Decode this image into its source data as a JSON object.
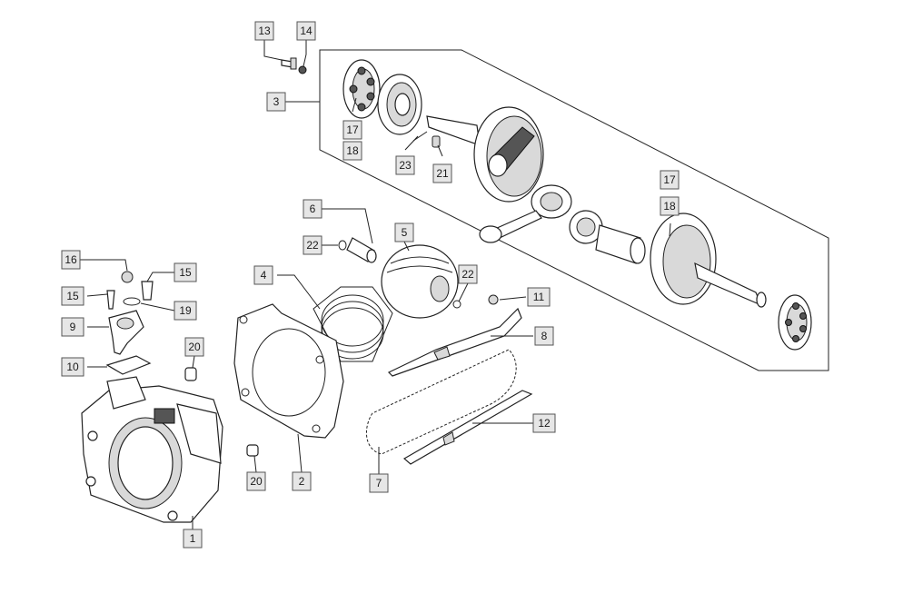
{
  "callouts": [
    {
      "id": "c13",
      "label": "13"
    },
    {
      "id": "c14",
      "label": "14"
    },
    {
      "id": "c3",
      "label": "3"
    },
    {
      "id": "c17a",
      "label": "17"
    },
    {
      "id": "c18a",
      "label": "18"
    },
    {
      "id": "c23",
      "label": "23"
    },
    {
      "id": "c21",
      "label": "21"
    },
    {
      "id": "c17b",
      "label": "17"
    },
    {
      "id": "c18b",
      "label": "18"
    },
    {
      "id": "c6",
      "label": "6"
    },
    {
      "id": "c5",
      "label": "5"
    },
    {
      "id": "c22a",
      "label": "22"
    },
    {
      "id": "c22b",
      "label": "22"
    },
    {
      "id": "c4",
      "label": "4"
    },
    {
      "id": "c11",
      "label": "11"
    },
    {
      "id": "c8",
      "label": "8"
    },
    {
      "id": "c16",
      "label": "16"
    },
    {
      "id": "c15a",
      "label": "15"
    },
    {
      "id": "c15b",
      "label": "15"
    },
    {
      "id": "c19",
      "label": "19"
    },
    {
      "id": "c9",
      "label": "9"
    },
    {
      "id": "c20a",
      "label": "20"
    },
    {
      "id": "c10",
      "label": "10"
    },
    {
      "id": "c12",
      "label": "12"
    },
    {
      "id": "c20b",
      "label": "20"
    },
    {
      "id": "c2",
      "label": "2"
    },
    {
      "id": "c7",
      "label": "7"
    },
    {
      "id": "c1",
      "label": "1"
    }
  ]
}
